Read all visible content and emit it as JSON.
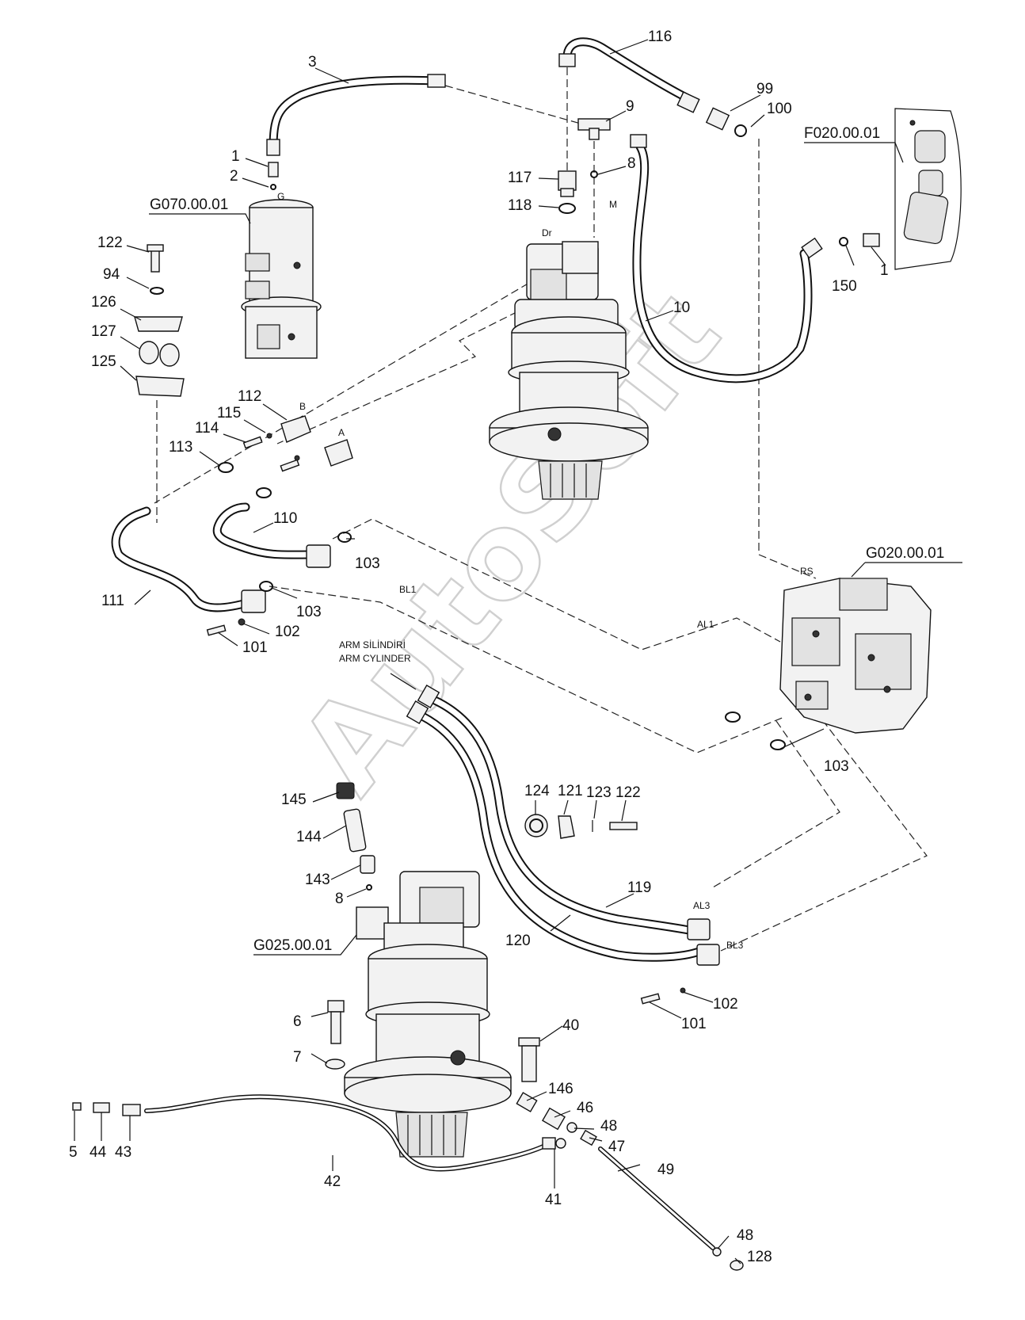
{
  "watermark": "AutoSoft",
  "assemblies": {
    "g070": "G070.00.01",
    "f020": "F020.00.01",
    "g020": "G020.00.01",
    "g025": "G025.00.01"
  },
  "ports": {
    "G": "G",
    "Dr": "Dr",
    "M": "M",
    "B": "B",
    "A": "A",
    "RS": "RS",
    "AL1": "AL1",
    "BL1": "BL1",
    "AL3": "AL3",
    "BL3": "BL3"
  },
  "arm_note": {
    "tr": "ARM SİLİNDİRİ",
    "en": "ARM CYLINDER"
  },
  "callouts": [
    {
      "id": "c3",
      "text": "3"
    },
    {
      "id": "c116",
      "text": "116"
    },
    {
      "id": "c99",
      "text": "99"
    },
    {
      "id": "c100",
      "text": "100"
    },
    {
      "id": "c9",
      "text": "9"
    },
    {
      "id": "c8a",
      "text": "8"
    },
    {
      "id": "c117",
      "text": "117"
    },
    {
      "id": "c118",
      "text": "118"
    },
    {
      "id": "c1a",
      "text": "1"
    },
    {
      "id": "c2",
      "text": "2"
    },
    {
      "id": "c122a",
      "text": "122"
    },
    {
      "id": "c94",
      "text": "94"
    },
    {
      "id": "c126",
      "text": "126"
    },
    {
      "id": "c127",
      "text": "127"
    },
    {
      "id": "c125",
      "text": "125"
    },
    {
      "id": "c112",
      "text": "112"
    },
    {
      "id": "c115",
      "text": "115"
    },
    {
      "id": "c114",
      "text": "114"
    },
    {
      "id": "c113",
      "text": "113"
    },
    {
      "id": "c110",
      "text": "110"
    },
    {
      "id": "c103a",
      "text": "103"
    },
    {
      "id": "c103b",
      "text": "103"
    },
    {
      "id": "c111",
      "text": "111"
    },
    {
      "id": "c102a",
      "text": "102"
    },
    {
      "id": "c101a",
      "text": "101"
    },
    {
      "id": "c10",
      "text": "10"
    },
    {
      "id": "c150",
      "text": "150"
    },
    {
      "id": "c1b",
      "text": "1"
    },
    {
      "id": "c103c",
      "text": "103"
    },
    {
      "id": "c124",
      "text": "124"
    },
    {
      "id": "c121",
      "text": "121"
    },
    {
      "id": "c123",
      "text": "123"
    },
    {
      "id": "c122b",
      "text": "122"
    },
    {
      "id": "c145",
      "text": "145"
    },
    {
      "id": "c144",
      "text": "144"
    },
    {
      "id": "c143",
      "text": "143"
    },
    {
      "id": "c8b",
      "text": "8"
    },
    {
      "id": "c119",
      "text": "119"
    },
    {
      "id": "c120",
      "text": "120"
    },
    {
      "id": "c102b",
      "text": "102"
    },
    {
      "id": "c101b",
      "text": "101"
    },
    {
      "id": "c6",
      "text": "6"
    },
    {
      "id": "c7",
      "text": "7"
    },
    {
      "id": "c40",
      "text": "40"
    },
    {
      "id": "c146",
      "text": "146"
    },
    {
      "id": "c46",
      "text": "46"
    },
    {
      "id": "c48a",
      "text": "48"
    },
    {
      "id": "c47",
      "text": "47"
    },
    {
      "id": "c49",
      "text": "49"
    },
    {
      "id": "c48b",
      "text": "48"
    },
    {
      "id": "c128",
      "text": "128"
    },
    {
      "id": "c5",
      "text": "5"
    },
    {
      "id": "c44",
      "text": "44"
    },
    {
      "id": "c43",
      "text": "43"
    },
    {
      "id": "c42",
      "text": "42"
    },
    {
      "id": "c41",
      "text": "41"
    }
  ]
}
